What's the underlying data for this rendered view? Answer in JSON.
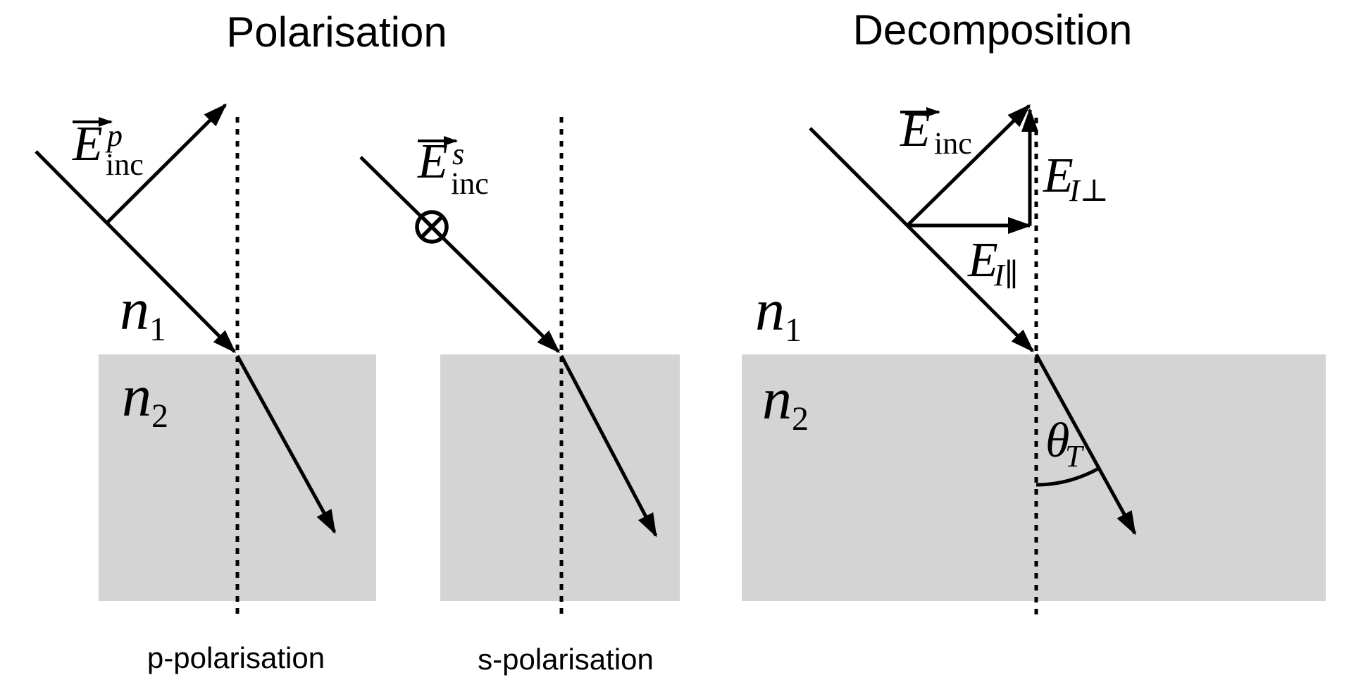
{
  "titles": {
    "polarisation": "Polarisation",
    "decomposition": "Decomposition"
  },
  "captions": {
    "p_polarisation": "p-polarisation",
    "s_polarisation": "s-polarisation"
  },
  "math": {
    "e_p": {
      "base": "E",
      "sup": "p",
      "sub": "inc"
    },
    "e_s": {
      "base": "E",
      "sup": "s",
      "sub": "inc"
    },
    "e_inc": {
      "base": "E",
      "sub": "inc"
    },
    "e_i_perp": {
      "base": "E",
      "sub": "I⊥"
    },
    "e_i_par": {
      "base": "E",
      "sub": "I∥"
    },
    "theta_t": {
      "base": "θ",
      "sub": "T"
    },
    "n1": {
      "base": "n",
      "sub": "1"
    },
    "n2": {
      "base": "n",
      "sub": "2"
    }
  },
  "colors": {
    "ink": "#000000",
    "medium_gray": "#d4d4d4",
    "background": "#ffffff"
  }
}
